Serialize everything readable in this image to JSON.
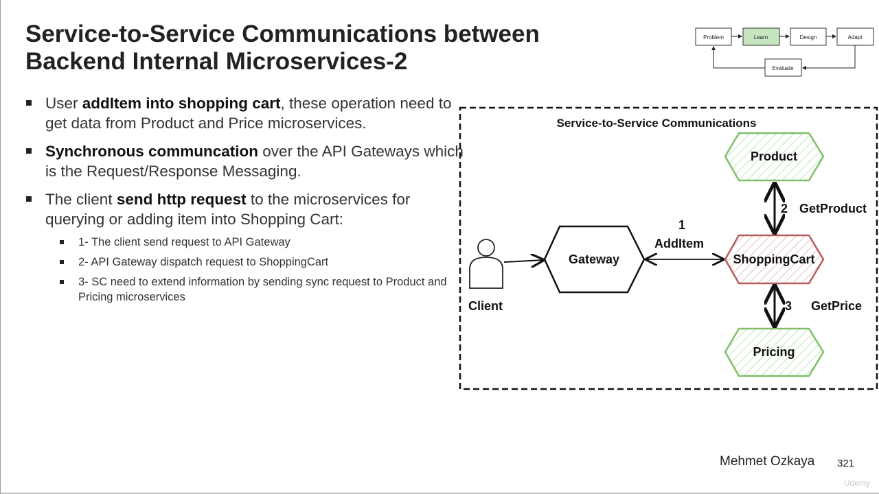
{
  "title": {
    "line1": "Service-to-Service Communications between",
    "line2": "Backend Internal Microservices-2"
  },
  "bullets": [
    {
      "pre": "User ",
      "bold": "addItem into shopping cart",
      "post": ", these operation need to get data from Product and Price microservices."
    },
    {
      "pre": "",
      "bold": "Synchronous communcation",
      "post": " over the API Gateways which is the Request/Response Messaging."
    },
    {
      "pre": "The client ",
      "bold": "send http request",
      "post": " to the microservices for querying or adding item into Shopping Cart:"
    }
  ],
  "sub_bullets": [
    "1- The client send request to API Gateway",
    "2- API Gateway dispatch request to ShoppingCart",
    "3- SC need to extend information by sending sync request to Product and Pricing microservices"
  ],
  "flow_nav": {
    "steps": [
      "Problem",
      "Learn",
      "Design",
      "Adapt"
    ],
    "evaluate": "Evaluate",
    "active": "Learn"
  },
  "diagram": {
    "title": "Service-to-Service Communications",
    "client": "Client",
    "gateway": "Gateway",
    "shopping_cart": "ShoppingCart",
    "product": "Product",
    "pricing": "Pricing",
    "step1_num": "1",
    "step1_label": "AddItem",
    "step2_num": "2",
    "step2_label": "GetProduct",
    "step3_num": "3",
    "step3_label": "GetPrice"
  },
  "colors": {
    "green": "#7fbf6a",
    "red": "#b85a5a",
    "learn_fill": "#c6e6c0"
  },
  "footer": {
    "author": "Mehmet Ozkaya",
    "page": "321",
    "watermark": "Udemy"
  }
}
